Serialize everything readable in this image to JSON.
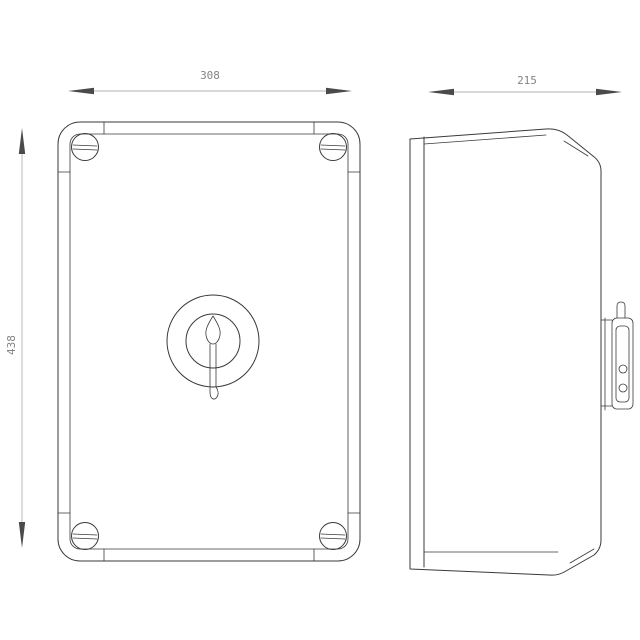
{
  "drawing": {
    "type": "enclosure-orthographic-views",
    "views": {
      "front": "front-view",
      "side": "side-view"
    }
  },
  "dimensions": {
    "width": "308",
    "depth": "215",
    "height": "438"
  },
  "style": {
    "line_color": "#3a3a3a",
    "dimension_color": "#9a9a9a",
    "dimension_text_color": "#848484",
    "background": "#ffffff"
  }
}
